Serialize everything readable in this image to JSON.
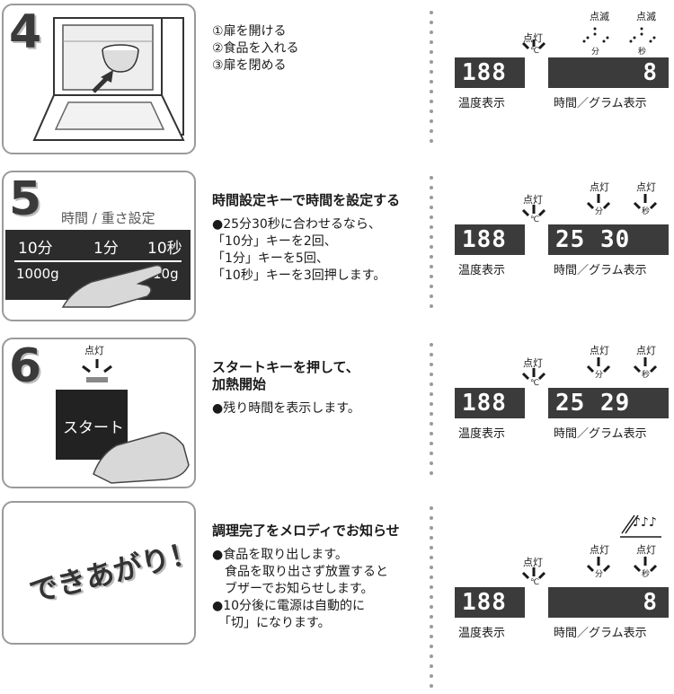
{
  "steps": [
    {
      "number": "4",
      "lines": [
        "①扉を開ける",
        "②食品を入れる",
        "③扉を閉める"
      ],
      "display": {
        "temp_status": "点灯",
        "min_status": "点滅",
        "sec_status": "点滅",
        "temp_value": "188",
        "time_value": "8",
        "temp_label": "温度表示",
        "time_label": "時間／グラム表示",
        "unit_c": "℃",
        "unit_min": "分",
        "unit_sec": "秒"
      }
    },
    {
      "number": "5",
      "card_title": "時間 / 重さ設定",
      "keys_top": [
        "10分",
        "1分",
        "10秒"
      ],
      "keys_bottom": [
        "1000g",
        "10g"
      ],
      "title": "時間設定キーで時間を設定する",
      "lines": [
        "●25分30秒に合わせるなら、",
        "「10分」キーを2回、",
        "「1分」キーを5回、",
        "「10秒」キーを3回押します。"
      ],
      "display": {
        "temp_status": "点灯",
        "min_status": "点灯",
        "sec_status": "点灯",
        "temp_value": "188",
        "time_value": "25 30",
        "temp_label": "温度表示",
        "time_label": "時間／グラム表示",
        "unit_c": "℃",
        "unit_min": "分",
        "unit_sec": "秒"
      }
    },
    {
      "number": "6",
      "lamp_status": "点灯",
      "start_label": "スタート",
      "title": "スタートキーを押して、",
      "title2": "加熱開始",
      "lines": [
        "●残り時間を表示します。"
      ],
      "display": {
        "temp_status": "点灯",
        "min_status": "点灯",
        "sec_status": "点灯",
        "temp_value": "188",
        "time_value": "25 29",
        "temp_label": "温度表示",
        "time_label": "時間／グラム表示",
        "unit_c": "℃",
        "unit_min": "分",
        "unit_sec": "秒"
      }
    },
    {
      "card_text": "できあがり！",
      "title": "調理完了をメロディでお知らせ",
      "lines": [
        "●食品を取り出します。",
        "　食品を取り出さず放置すると",
        "　ブザーでお知らせします。",
        "●10分後に電源は自動的に",
        "　「切」になります。"
      ],
      "display": {
        "melody": "♪♪♪",
        "temp_status": "点灯",
        "min_status": "点灯",
        "sec_status": "点灯",
        "temp_value": "188",
        "time_value": "8",
        "temp_label": "温度表示",
        "time_label": "時間／グラム表示",
        "unit_c": "℃",
        "unit_min": "分",
        "unit_sec": "秒"
      }
    }
  ]
}
